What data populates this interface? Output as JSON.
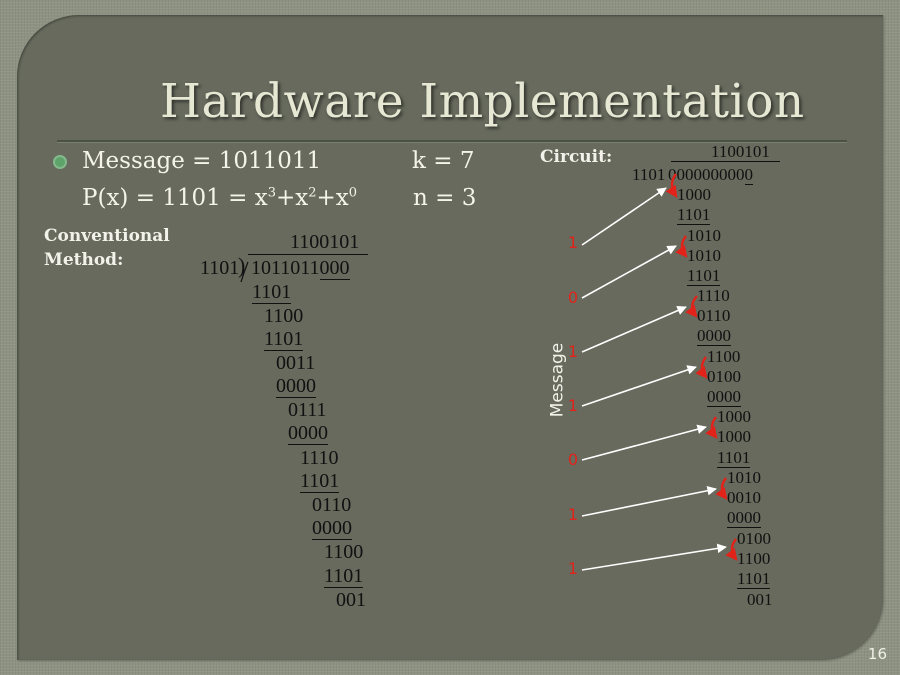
{
  "slide": {
    "title": "Hardware Implementation",
    "page_number": "16"
  },
  "bullets": {
    "line1_left": "Message = 1011011",
    "line1_right": "k = 7",
    "line2_prefix": "P(x) = 1101 = x",
    "line2_exp1": "3",
    "line2_mid1": "+x",
    "line2_exp2": "2",
    "line2_mid2": "+x",
    "line2_exp3": "0",
    "line2_right": "n = 3"
  },
  "conventional": {
    "label_line1": "Conventional",
    "label_line2": "Method:",
    "quotient": "1100101",
    "divisor": "1101",
    "dividend_message": "1011011",
    "dividend_zeros": "000",
    "steps": [
      "1101",
      "1100",
      "1101",
      "0011",
      "0000",
      "0111",
      "0000",
      "1110",
      "1101",
      "0110",
      "0000",
      "1100",
      "1101"
    ],
    "remainder": "001"
  },
  "circuit": {
    "label": "Circuit:",
    "quotient": "1100101",
    "divisor": "1101",
    "dividend": "000000000",
    "dividend_tail": "0",
    "steps": [
      "1000",
      "1101",
      "1010",
      "1010",
      "1101",
      "1110",
      "0110",
      "0000",
      "1100",
      "0100",
      "0000",
      "1000",
      "1000",
      "1101",
      "1010",
      "0010",
      "0000",
      "0100",
      "1100",
      "1101"
    ],
    "remainder": "001",
    "message_label": "Message",
    "message_bits": [
      "1",
      "0",
      "1",
      "1",
      "0",
      "1",
      "1"
    ],
    "colors": {
      "bits": "#e2231a",
      "arrows": "#ffffff",
      "feedback_arrows": "#e2231a"
    }
  }
}
